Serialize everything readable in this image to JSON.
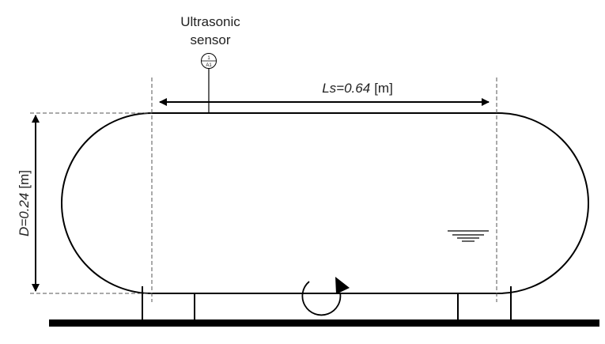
{
  "sensor": {
    "title_line1": "Ultrasonic",
    "title_line2": "sensor",
    "tag_top": "1",
    "tag_bottom": "A1"
  },
  "dimensions": {
    "length_value": "Ls=0.64",
    "length_unit": "[m]",
    "diameter_value": "D=0.24",
    "diameter_unit": "[m]"
  },
  "icons": {
    "liquid_level": "water-level-icon",
    "rotation": "rotation-arrow-icon"
  },
  "colors": {
    "line": "#000000",
    "dashed": "#555555"
  }
}
